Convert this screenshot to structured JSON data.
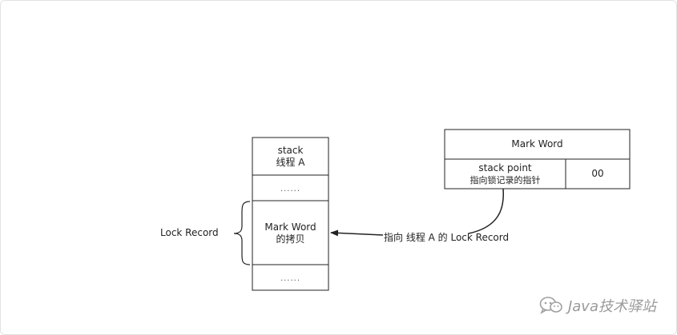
{
  "stack": {
    "header_line1": "stack",
    "header_line2": "线程 A",
    "dots_top": "......",
    "record_line1": "Mark Word",
    "record_line2": "的拷贝",
    "dots_bottom": "......"
  },
  "lock_record_label": "Lock Record",
  "mark_word": {
    "title": "Mark Word",
    "pointer_line1": "stack point",
    "pointer_line2": "指向锁记录的指针",
    "bits": "00"
  },
  "arrow_label": "指向 线程 A 的 Lock Record",
  "watermark": {
    "icon": "wechat-icon",
    "text": "Java技术驿站"
  }
}
